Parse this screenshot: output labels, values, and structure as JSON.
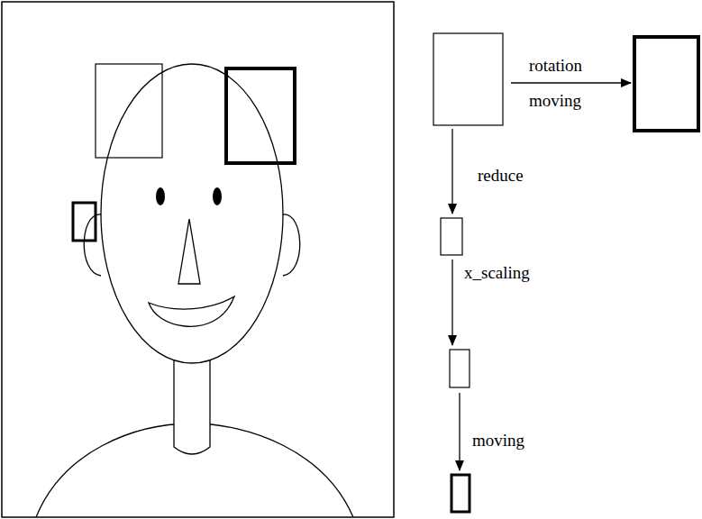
{
  "diagram": {
    "labels": [
      "rotation",
      "moving",
      "reduce",
      "x_scaling",
      "moving"
    ]
  }
}
